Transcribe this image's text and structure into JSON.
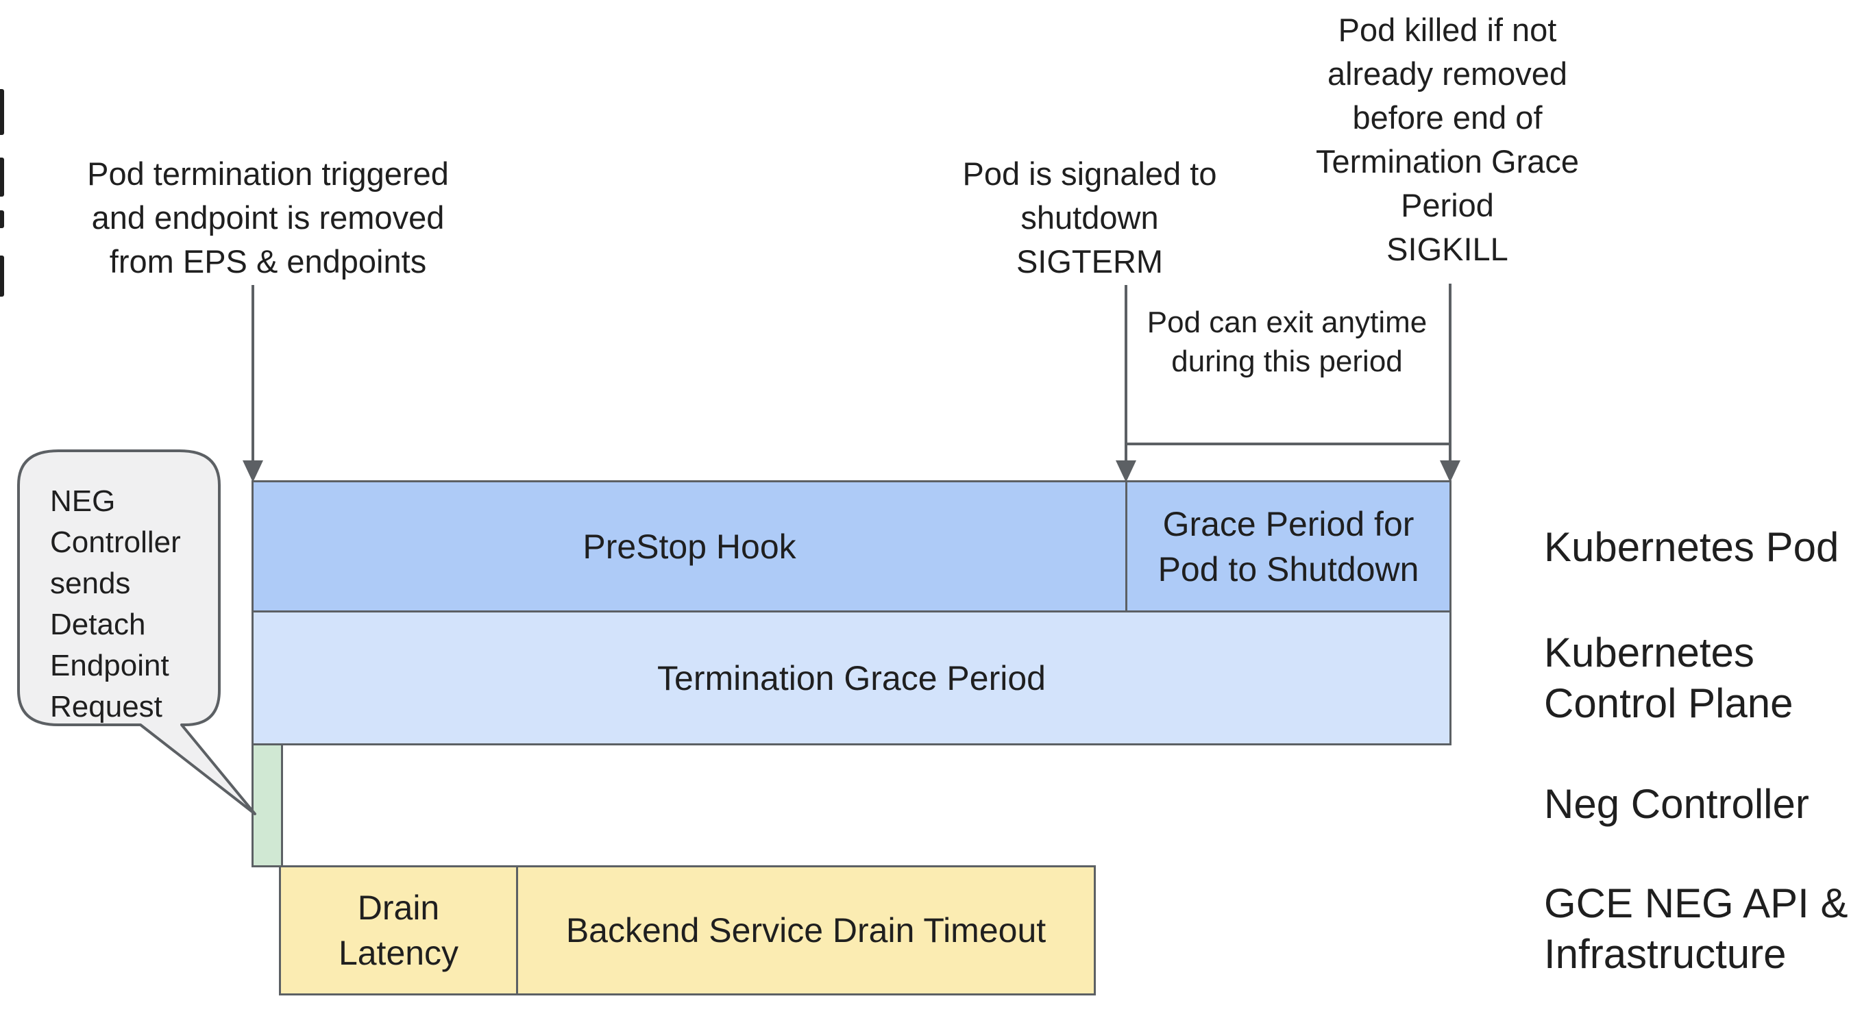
{
  "annotations": {
    "pod_termination": {
      "lines": [
        "Pod termination triggered",
        "and endpoint is removed",
        "from EPS & endpoints"
      ]
    },
    "sigterm": {
      "lines": [
        "Pod is signaled to",
        "shutdown",
        "SIGTERM"
      ]
    },
    "sigkill": {
      "lines": [
        "Pod killed if not",
        "already removed",
        "before end of",
        "Termination Grace",
        "Period",
        "SIGKILL"
      ]
    },
    "exit_anytime": {
      "lines": [
        "Pod can exit anytime",
        "during this period"
      ]
    }
  },
  "speech_bubble": {
    "lines": [
      "NEG",
      "Controller",
      "sends",
      "Detach",
      "Endpoint",
      "Request"
    ]
  },
  "timeline": {
    "kubernetes_pod_row": {
      "prestop_label": "PreStop Hook",
      "grace_label": [
        "Grace Period for",
        "Pod to Shutdown"
      ]
    },
    "control_plane_row": {
      "label": "Termination Grace Period"
    },
    "neg_controller_row": {
      "label": ""
    },
    "gce_row": {
      "drain_latency_label": [
        "Drain",
        "Latency"
      ],
      "backend_label": "Backend Service Drain Timeout"
    }
  },
  "row_labels": {
    "kubernetes_pod": "Kubernetes Pod",
    "kubernetes_control_plane": [
      "Kubernetes",
      "Control Plane"
    ],
    "neg_controller": "Neg Controller",
    "gce_neg_api": [
      "GCE NEG API &",
      "Infrastructure"
    ]
  },
  "colors": {
    "bar_blue": "#aecbf7",
    "bar_light_blue": "#d3e3fb",
    "bar_green": "#d0e8d3",
    "bar_yellow": "#fbecb2",
    "stroke": "#5c6064",
    "bubble_fill": "#f0f0f1",
    "text": "#1f1f1f"
  }
}
